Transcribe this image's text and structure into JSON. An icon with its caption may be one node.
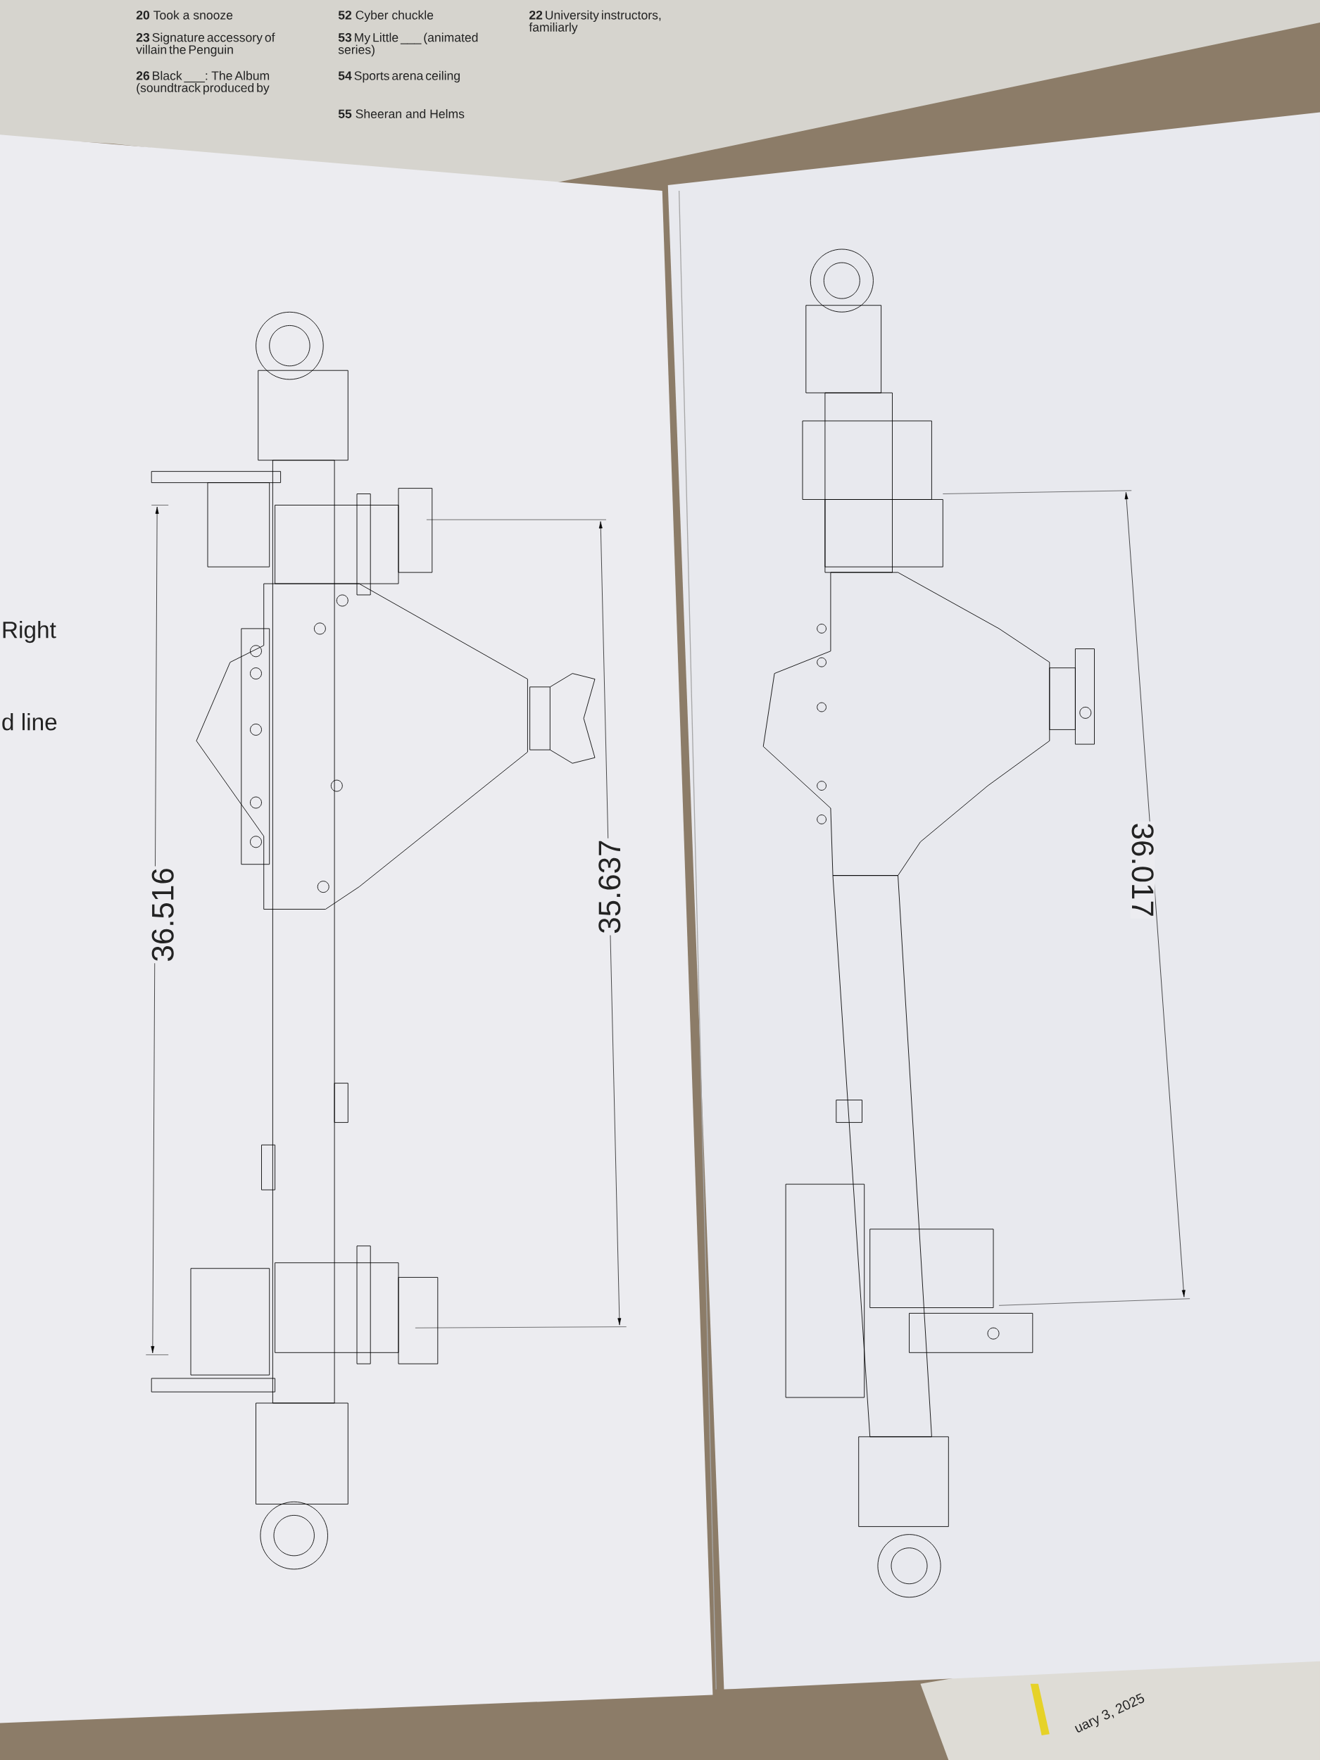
{
  "diagram": {
    "labels": [
      "**20** Took a snooze",
      "**23** Signature accessory of villain the Penguin",
      "**26** Black ___: The Album (soundtrack produced by",
      "**52** Cyber chuckle",
      "**53** My Little ___ (animated series)",
      "**54** Sports arena ceiling",
      "**55** Sheeran and Helms",
      "**22** University instructors, familiarly",
      "Right",
      "d line",
      "36.516",
      "35.637",
      "36.017",
      "uary 3, 2025"
    ]
  }
}
